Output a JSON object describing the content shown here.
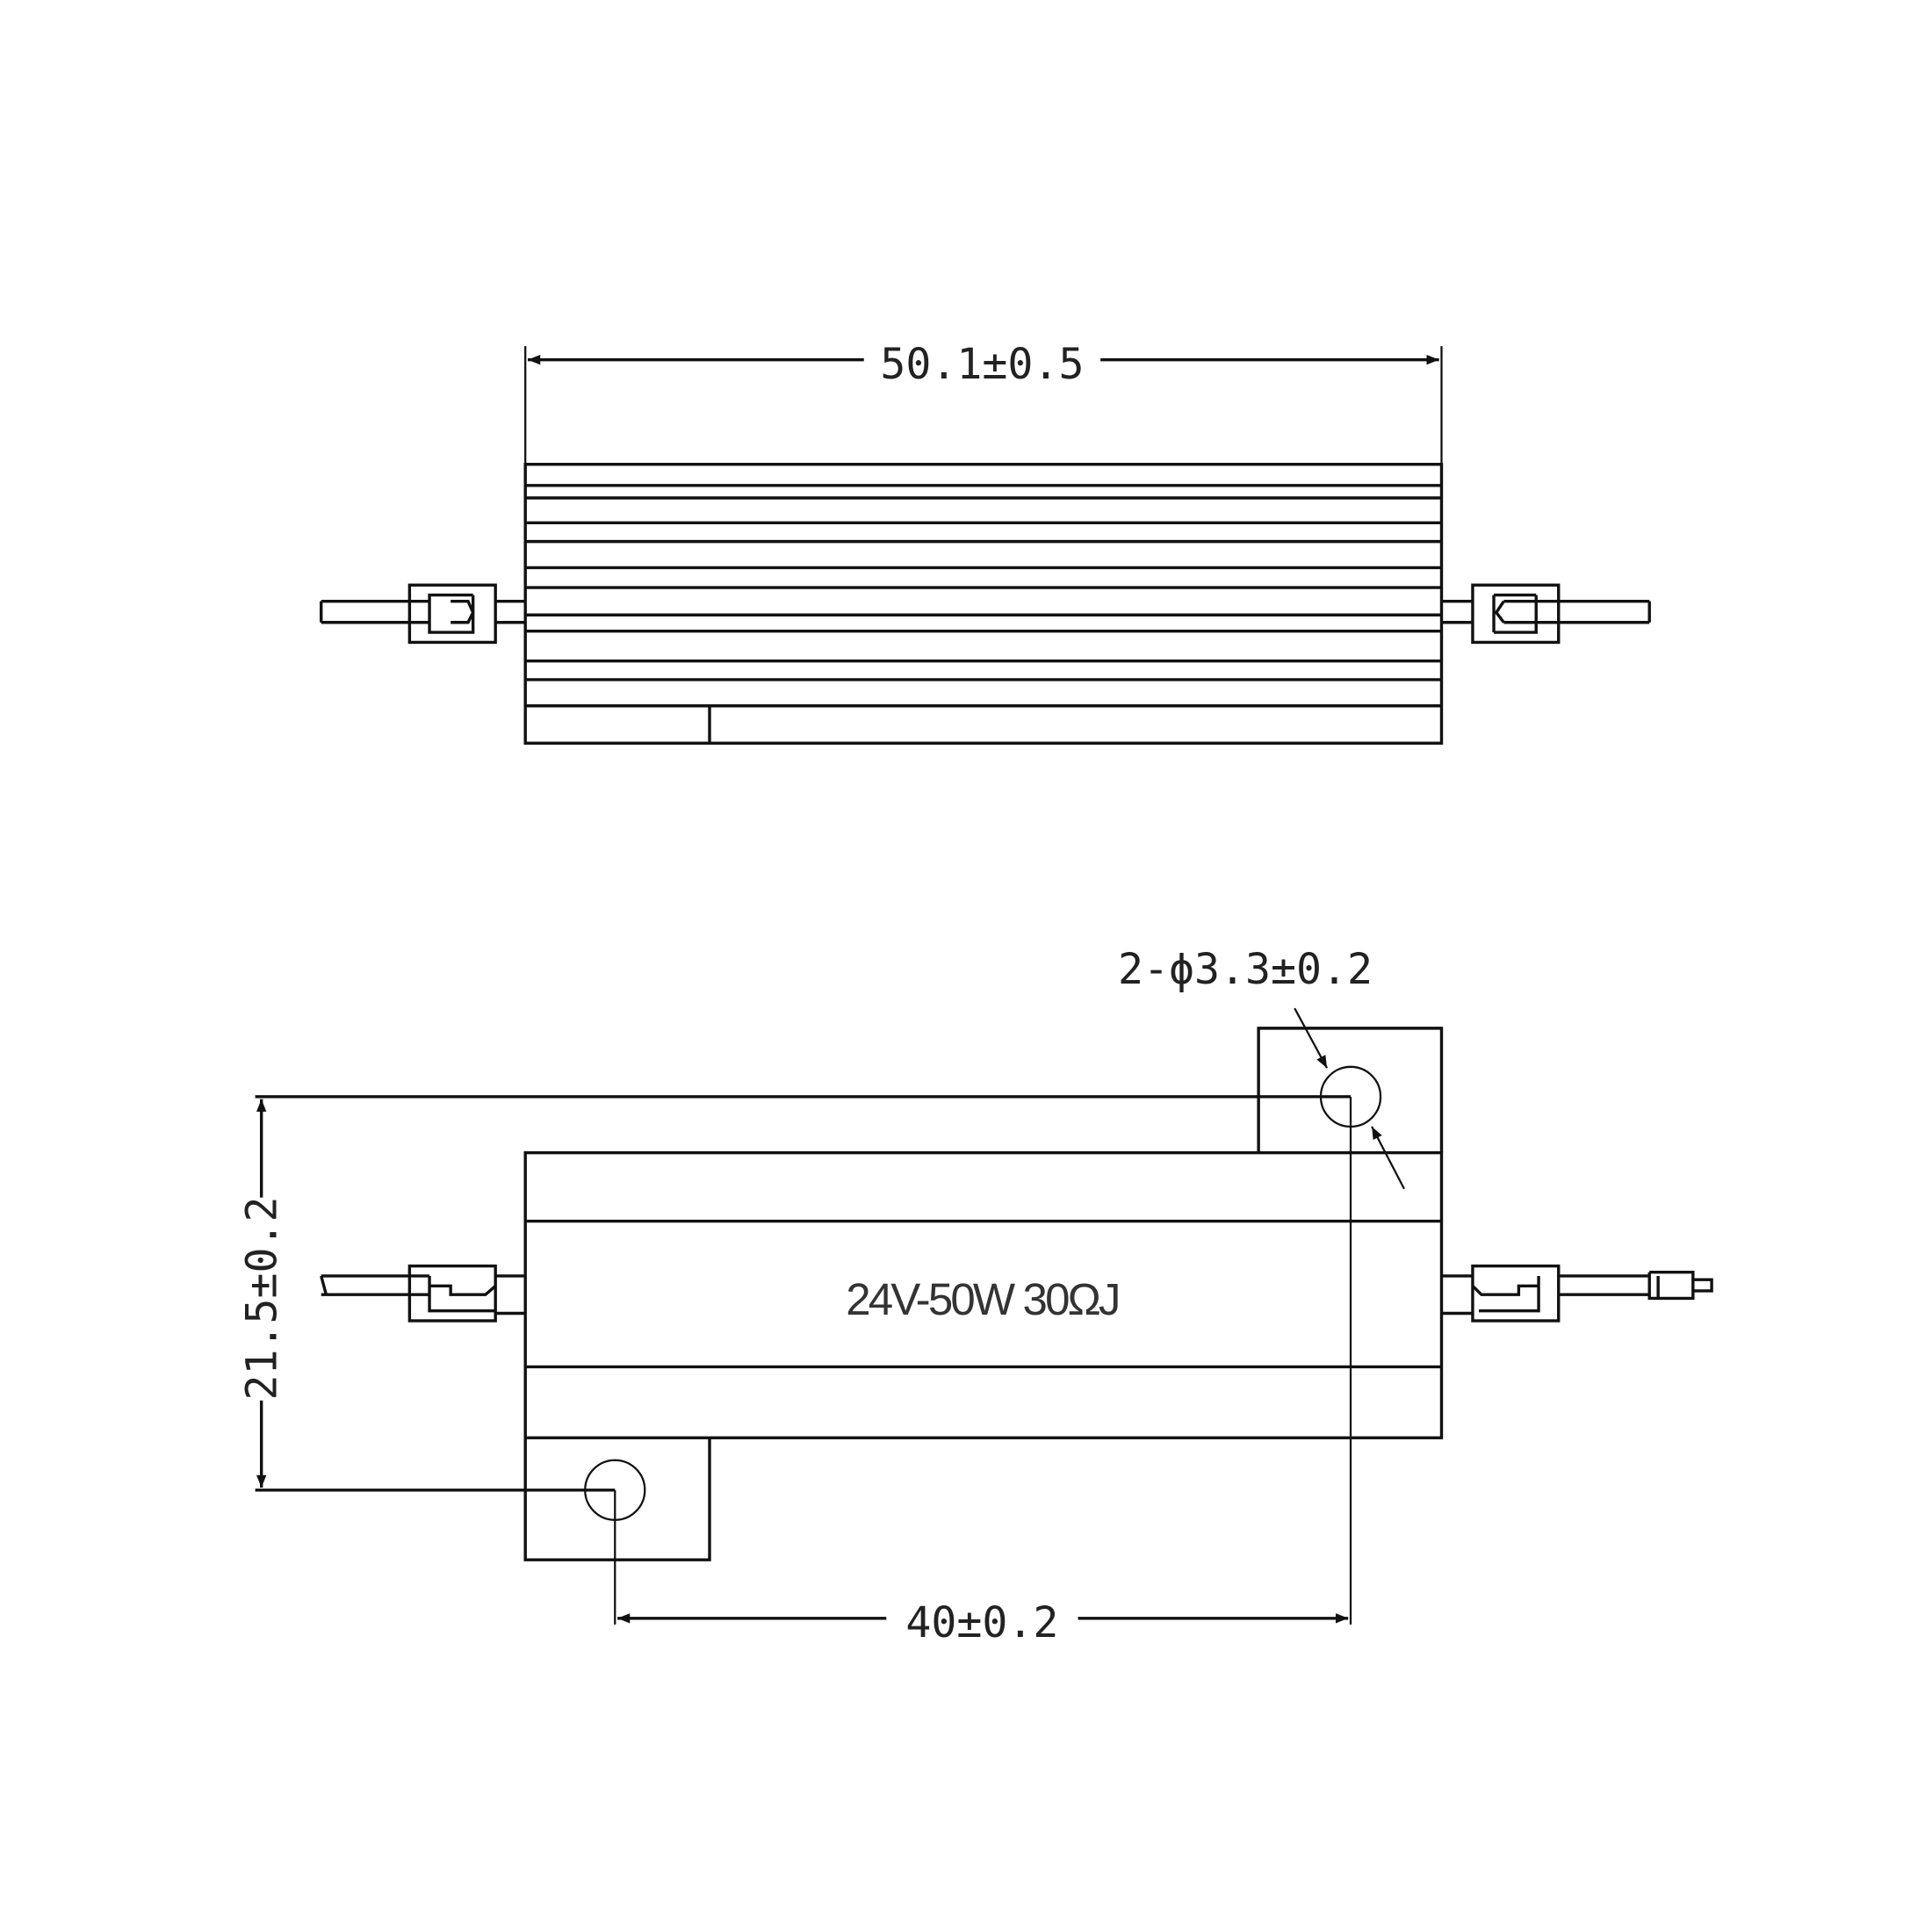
{
  "top_view": {
    "length_dimension": "50.1±0.5"
  },
  "bottom_view": {
    "hole_dimension": "2-ϕ3.3±0.2",
    "height_dimension": "21.5±0.2",
    "hole_spacing_dimension": "40±0.2",
    "body_marking": "24V-50W 30ΩJ"
  },
  "colors": {
    "line": "#111111",
    "background": "#ffffff"
  }
}
